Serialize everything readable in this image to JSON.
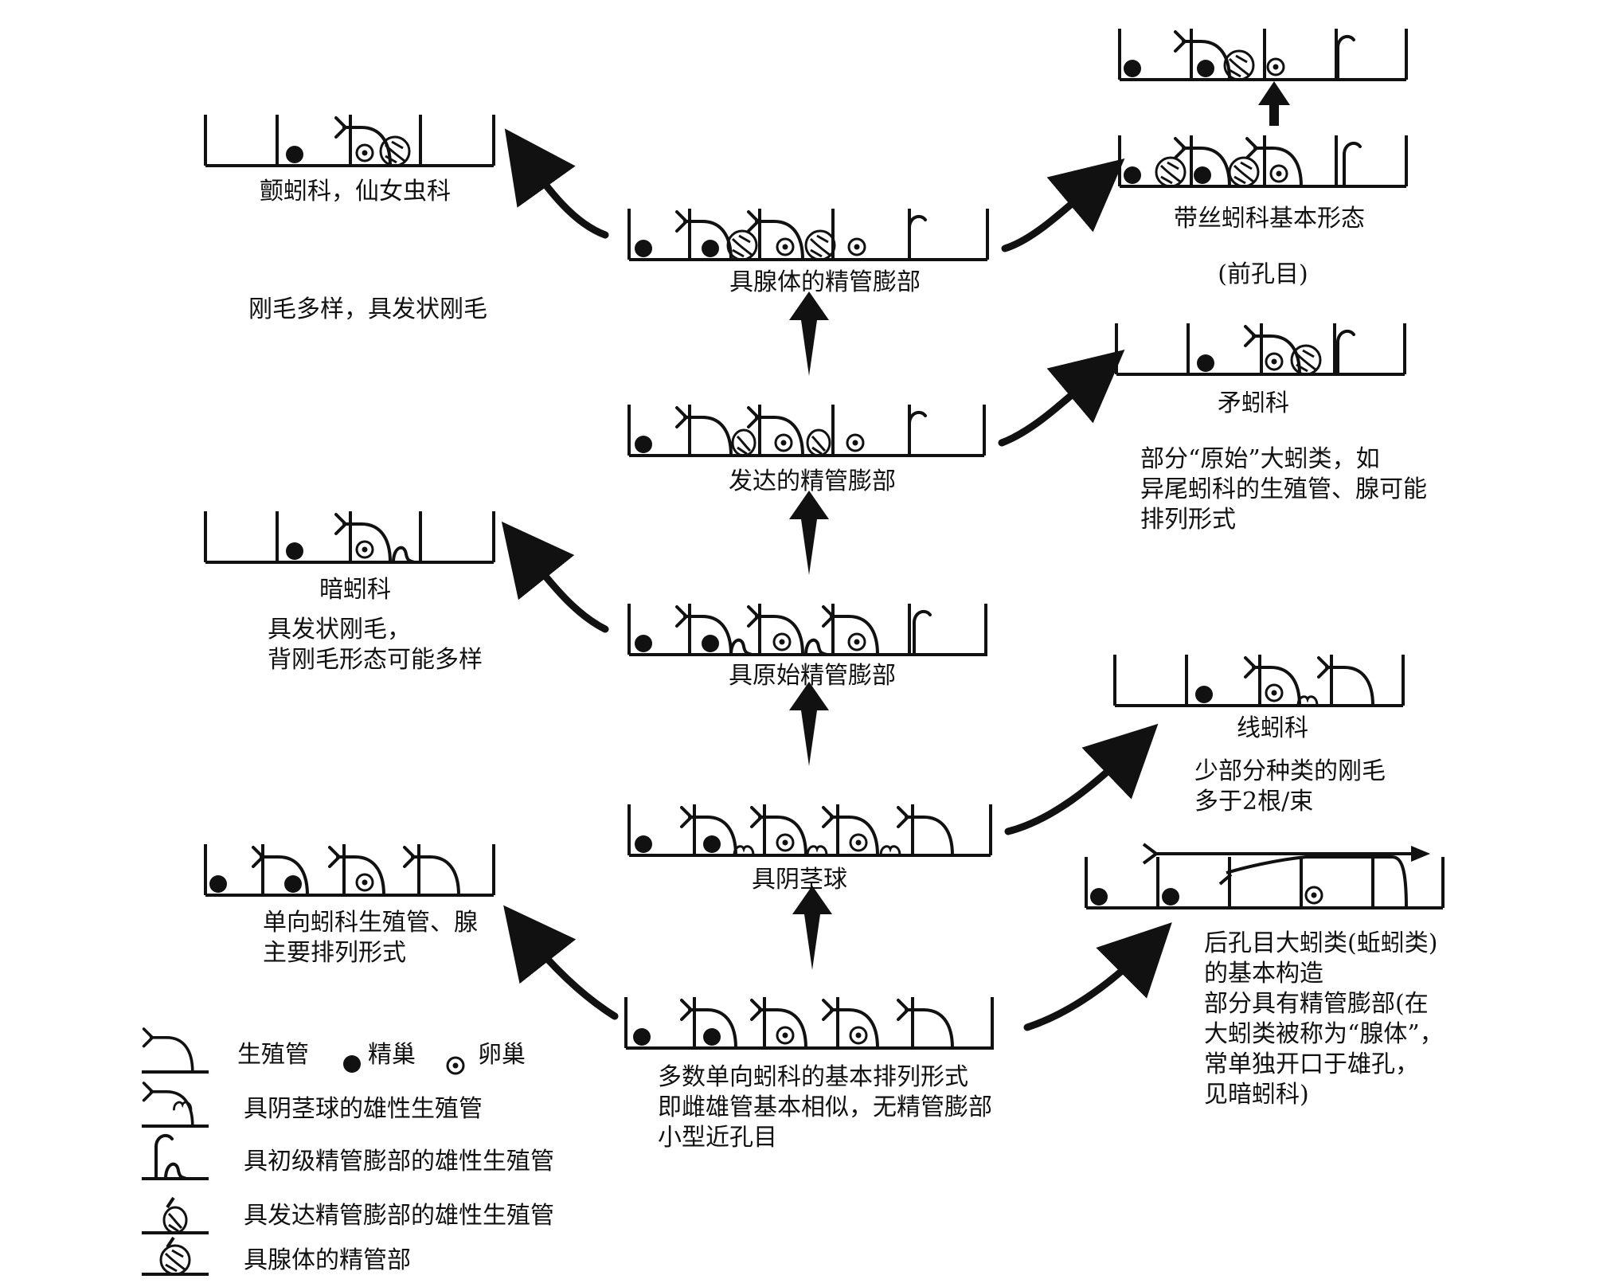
{
  "left": {
    "top_family": "颤蚓科，仙女虫科",
    "top_note": "刚毛多样，具发状刚毛",
    "mid_family": "暗蚓科",
    "mid_note_1": "具发状刚毛，",
    "mid_note_2": "背刚毛形态可能多样",
    "bottom_note_1": "单向蚓科生殖管、腺",
    "bottom_note_2": "主要排列形式"
  },
  "center": {
    "level5": "具腺体的精管膨部",
    "level4": "发达的精管膨部",
    "level3": "具原始精管膨部",
    "level2": "具阴茎球",
    "base_1": "多数单向蚓科的基本排列形式",
    "base_2": "即雌雄管基本相似，无精管膨部",
    "base_3": "小型近孔目"
  },
  "right": {
    "top_title": "带丝蚓科基本形态",
    "top_order": "(前孔目)",
    "mid_family": "矛蚓科",
    "mid_note_1": "部分“原始”大蚓类，如",
    "mid_note_2": "异尾蚓科的生殖管、腺可能",
    "mid_note_3": "排列形式",
    "low_family": "线蚓科",
    "low_note_1": "少部分种类的刚毛",
    "low_note_2": "多于2根/束",
    "bottom_1": "后孔目大蚓类(蚯蚓类)",
    "bottom_2": "的基本构造",
    "bottom_3": "部分具有精管膨部(在",
    "bottom_4": "大蚓类被称为“腺体”，",
    "bottom_5": "常单独开口于雄孔，",
    "bottom_6": "见暗蚓科)"
  },
  "legend": {
    "duct": "生殖管",
    "testis": "精巢",
    "ovary": "卵巢",
    "penial_bulb": "具阴茎球的雄性生殖管",
    "primary_atrium": "具初级精管膨部的雄性生殖管",
    "developed_atrium": "具发达精管膨部的雄性生殖管",
    "glandular_atrium": "具腺体的精管部"
  },
  "colors": {
    "ink": "#111111",
    "background": "#ffffff"
  }
}
